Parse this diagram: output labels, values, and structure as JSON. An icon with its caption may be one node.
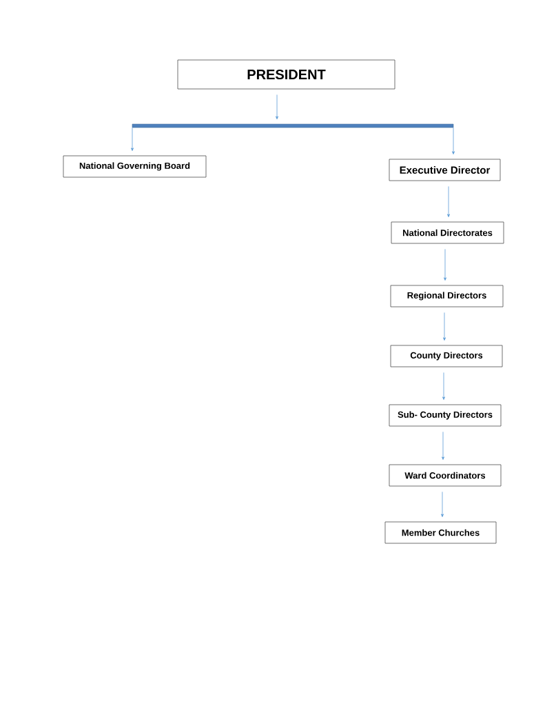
{
  "diagram": {
    "nodes": [
      {
        "text": [
          "PRESIDENT"
        ]
      },
      {
        "text": [],
        "shape": "bar"
      },
      {
        "text": [
          "National Governing Board"
        ]
      },
      {
        "text": [
          "Executive Director"
        ]
      },
      {
        "text": [
          "National Directorates"
        ]
      },
      {
        "text": [
          "Regional Directors"
        ]
      },
      {
        "text": [
          "County Directors"
        ]
      },
      {
        "text": [
          "Sub- County Directors"
        ]
      },
      {
        "text": [
          "Ward Coordinators"
        ]
      },
      {
        "text": [
          "Member Churches"
        ]
      }
    ],
    "edges": [
      {
        "from": 0,
        "to": 1,
        "arrow": "to"
      },
      {
        "from": 1,
        "to": 2,
        "arrow": "to"
      },
      {
        "from": 1,
        "to": 3,
        "arrow": "to"
      },
      {
        "from": 3,
        "to": 4,
        "arrow": "to"
      },
      {
        "from": 4,
        "to": 5,
        "arrow": "to"
      },
      {
        "from": 5,
        "to": 6,
        "arrow": "to"
      },
      {
        "from": 6,
        "to": 7,
        "arrow": "to"
      },
      {
        "from": 7,
        "to": 8,
        "arrow": "to"
      },
      {
        "from": 8,
        "to": 9,
        "arrow": "to"
      }
    ]
  }
}
